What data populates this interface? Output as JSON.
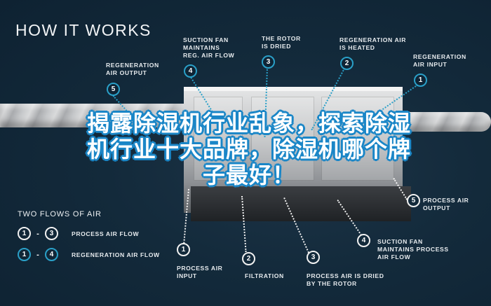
{
  "title": "HOW IT WORKS",
  "headline": "揭露除湿机行业乱象，探索除湿机行业十大品牌，除湿机哪个牌子最好！",
  "colors": {
    "background": "#132a3b",
    "regeneration_accent": "#2aa0c8",
    "process_accent": "#f1f1f1",
    "headline_outline": "#1a86c7"
  },
  "regeneration_callouts": [
    {
      "number": "1",
      "label": "REGENERATION\nAIR INPUT"
    },
    {
      "number": "2",
      "label": "REGENERATION AIR\nIS HEATED"
    },
    {
      "number": "3",
      "label": "THE ROTOR\nIS DRIED"
    },
    {
      "number": "4",
      "label": "SUCTION FAN\nMAINTAINS\nREG. AIR FLOW"
    },
    {
      "number": "5",
      "label": "REGENERATION\nAIR OUTPUT"
    }
  ],
  "process_callouts": [
    {
      "number": "1",
      "label": "PROCESS AIR\nINPUT"
    },
    {
      "number": "2",
      "label": "FILTRATION"
    },
    {
      "number": "3",
      "label": "PROCESS AIR IS DRIED\nBY THE ROTOR"
    },
    {
      "number": "4",
      "label": "SUCTION FAN\nMAINTAINS PROCESS\nAIR FLOW"
    },
    {
      "number": "5",
      "label": "PROCESS AIR\nOUTPUT"
    }
  ],
  "legend": {
    "title": "TWO FLOWS OF AIR",
    "rows": [
      {
        "from": "1",
        "dash": "-",
        "to": "3",
        "label": "PROCESS AIR FLOW"
      },
      {
        "from": "1",
        "dash": "-",
        "to": "4",
        "label": "REGENERATION AIR FLOW"
      }
    ]
  }
}
